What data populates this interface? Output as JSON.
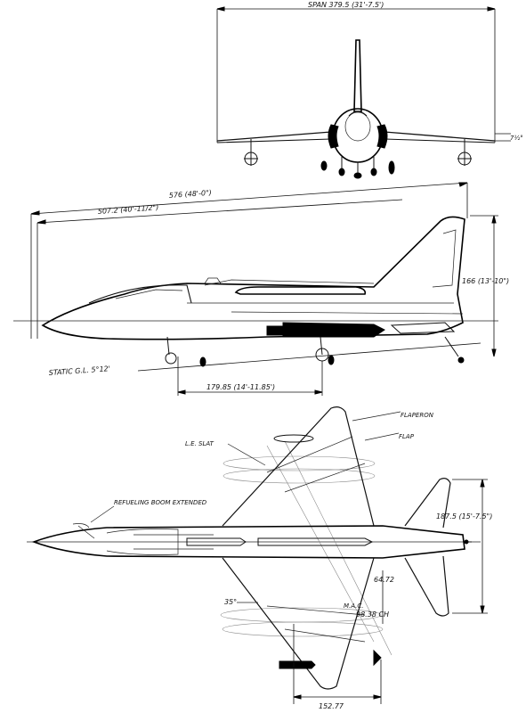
{
  "labels": {
    "front_span": "SPAN 379.5 (31'-7.5')",
    "front_tip": "7½°",
    "side_length": "576 (48'-0\")",
    "side_length_inner": "507.2 (40'-11/2\")",
    "side_height": "166 (13'-10\")",
    "static_gl": "STATIC G.L. 5°12'",
    "wheelbase": "179.85 (14'-11.85')",
    "flaperon": "FLAPERON",
    "flap": "FLAP",
    "le_slat": "L.E. SLAT",
    "refueling": "REFUELING BOOM EXTENDED",
    "plan_height": "187.5 (15'-7.5\")",
    "angle_35": "35°",
    "mac_val": "64.72",
    "mac_label": "M.A.C.",
    "mac_chord": "98.38 CH",
    "bottom_dim": "152.77"
  }
}
